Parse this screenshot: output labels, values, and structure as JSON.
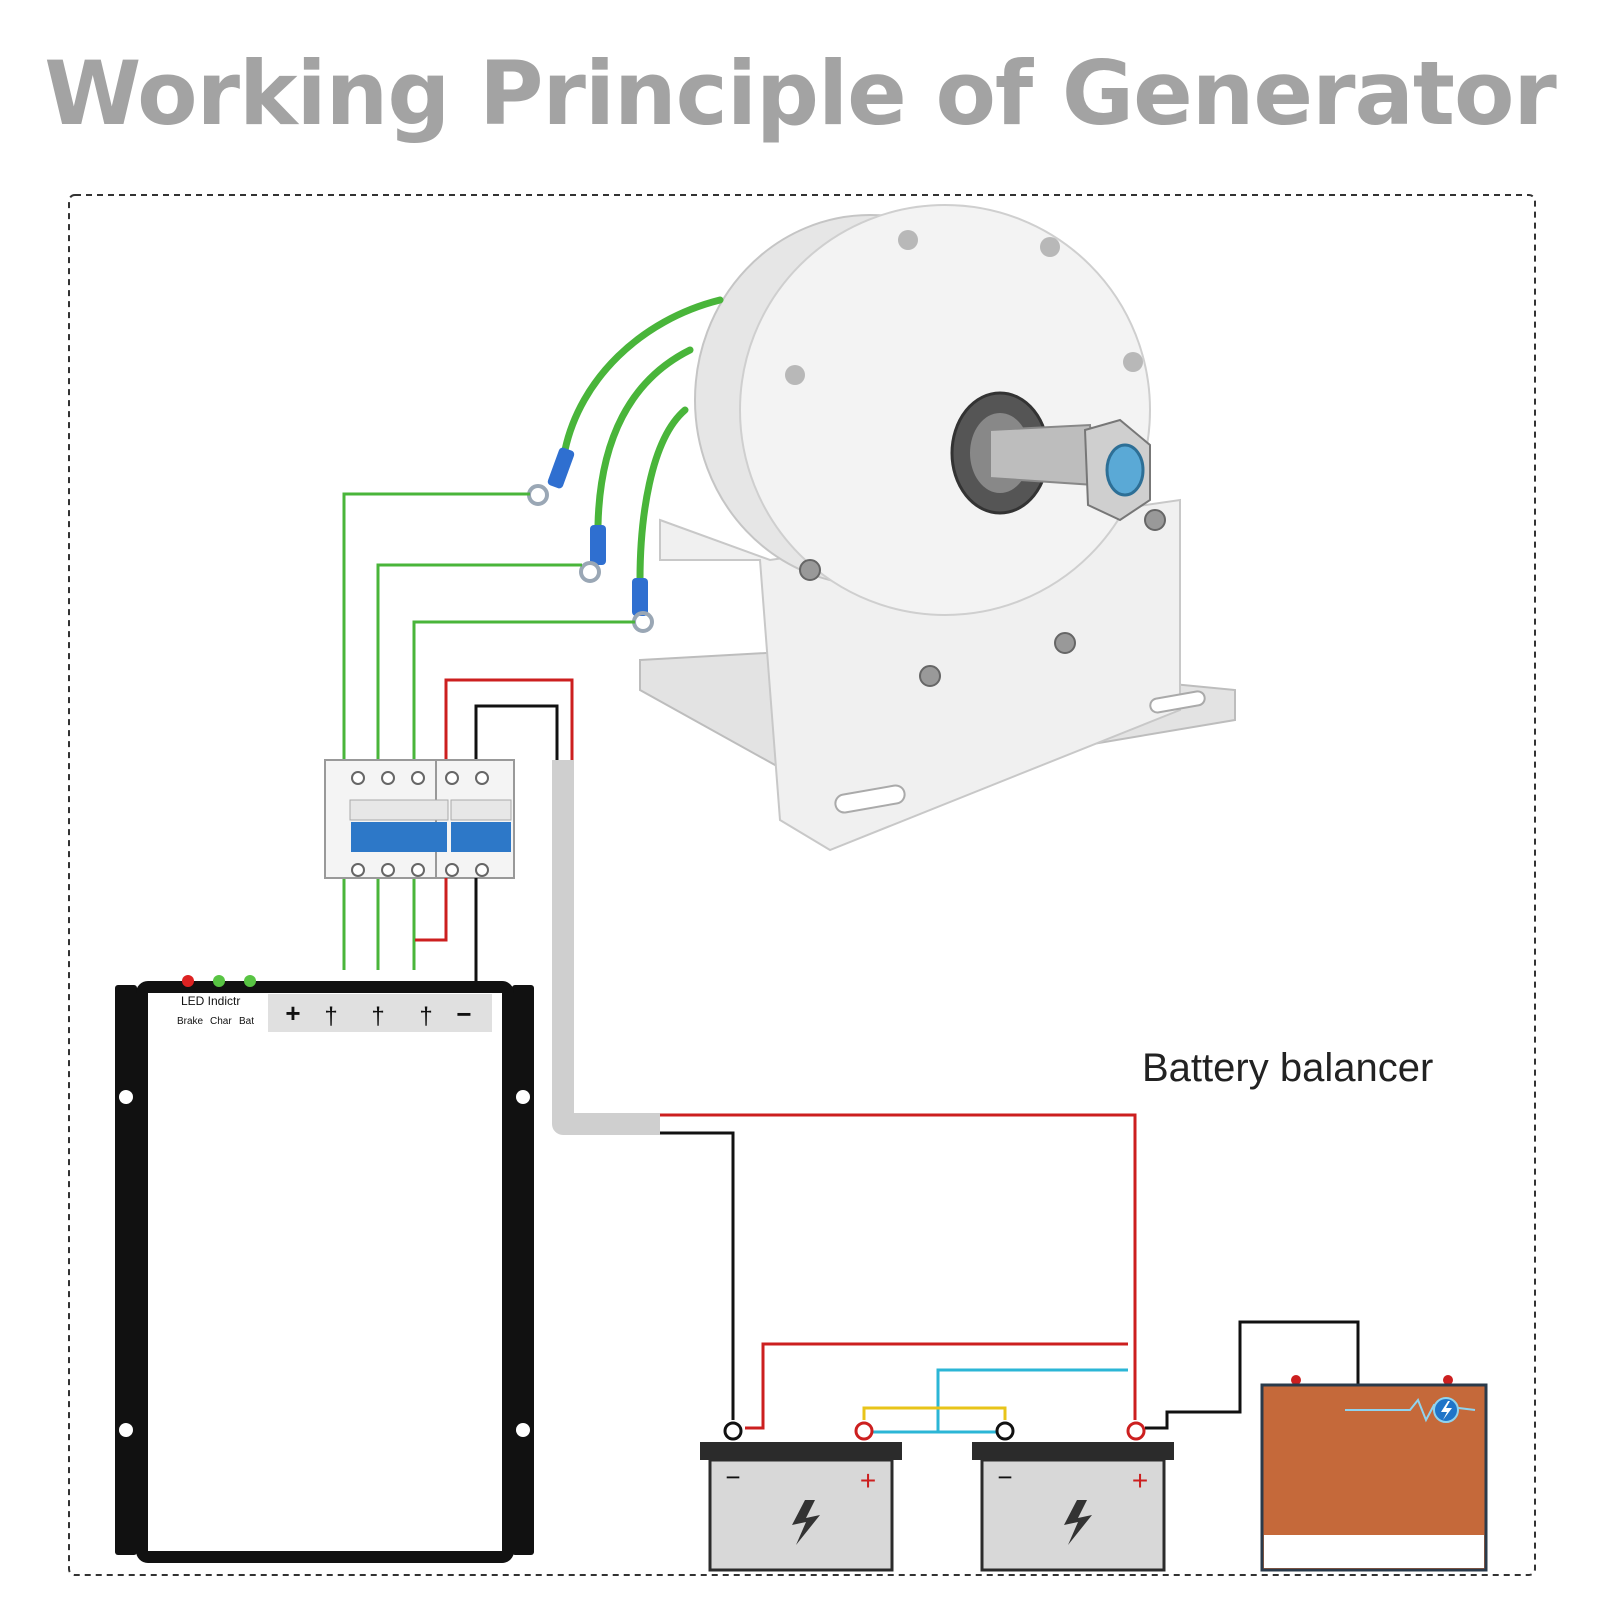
{
  "title": "Working Principle of Generator",
  "controller": {
    "led_heading": "LED Indictr",
    "led_labels": [
      "Brake",
      "Char",
      "Bat"
    ],
    "terminals": [
      "+",
      "†",
      "†",
      "†",
      "−"
    ]
  },
  "battery_balancer": {
    "label": "Battery balancer"
  },
  "batteries": [
    {
      "minus": "−",
      "plus": "+"
    },
    {
      "minus": "−",
      "plus": "+"
    }
  ],
  "icons": {
    "battery_bolt": "lightning-bolt-icon",
    "balancer_bolt": "lightning-bolt-icon"
  },
  "colors": {
    "phase_wire": "#49b53a",
    "positive_wire": "#cc1f1f",
    "negative_wire": "#111111",
    "balance_wire_cyan": "#2bb6d6",
    "balance_wire_yellow": "#e8c41a",
    "title_gray": "#a3a3a3",
    "balancer_body": "#c5693a",
    "generator_body": "#eeeeee"
  }
}
